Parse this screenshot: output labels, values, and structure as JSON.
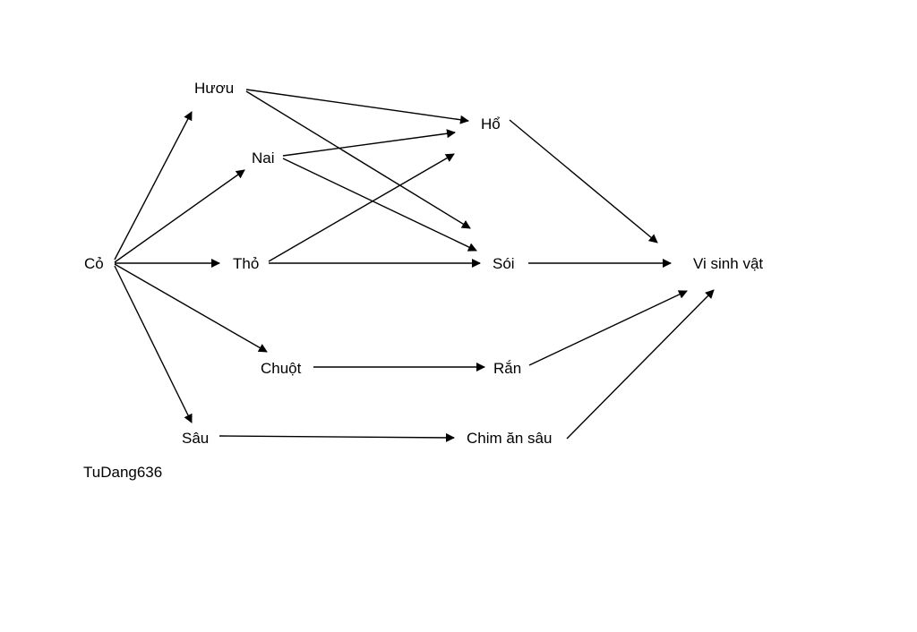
{
  "diagram": {
    "nodes": {
      "co": "Cỏ",
      "huou": "Hươu",
      "nai": "Nai",
      "tho": "Thỏ",
      "chuot": "Chuột",
      "sau": "Sâu",
      "ho": "Hổ",
      "soi": "Sói",
      "ran": "Rắn",
      "chim_an_sau": "Chim ăn sâu",
      "vi_sinh_vat": "Vi sinh vật"
    },
    "edges": [
      {
        "from": "co",
        "to": "huou"
      },
      {
        "from": "co",
        "to": "nai"
      },
      {
        "from": "co",
        "to": "tho"
      },
      {
        "from": "co",
        "to": "chuot"
      },
      {
        "from": "co",
        "to": "sau"
      },
      {
        "from": "huou",
        "to": "ho"
      },
      {
        "from": "huou",
        "to": "soi"
      },
      {
        "from": "nai",
        "to": "ho"
      },
      {
        "from": "nai",
        "to": "soi"
      },
      {
        "from": "tho",
        "to": "ho"
      },
      {
        "from": "tho",
        "to": "soi"
      },
      {
        "from": "chuot",
        "to": "ran"
      },
      {
        "from": "sau",
        "to": "chim_an_sau"
      },
      {
        "from": "ho",
        "to": "vi_sinh_vat"
      },
      {
        "from": "soi",
        "to": "vi_sinh_vat"
      },
      {
        "from": "ran",
        "to": "vi_sinh_vat"
      },
      {
        "from": "chim_an_sau",
        "to": "vi_sinh_vat"
      }
    ],
    "caption": "TuDang636",
    "colors": {
      "stroke": "#000000",
      "text": "#000000",
      "background": "#ffffff"
    }
  }
}
